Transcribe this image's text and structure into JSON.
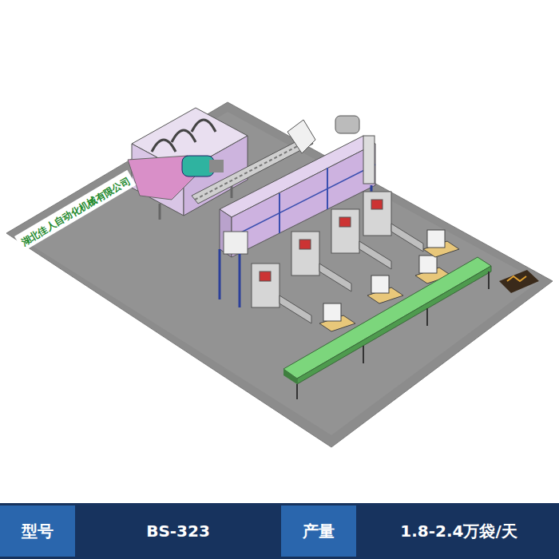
{
  "diagram": {
    "nodes": [
      {
        "text": [
          "型号"
        ]
      },
      {
        "text": [
          "BS-323"
        ]
      },
      {
        "text": [
          "产量"
        ]
      },
      {
        "text": [
          "1.8-2.4万袋/天"
        ]
      }
    ],
    "labels": [
      "湖北佳人自动化机械有限公司"
    ]
  }
}
